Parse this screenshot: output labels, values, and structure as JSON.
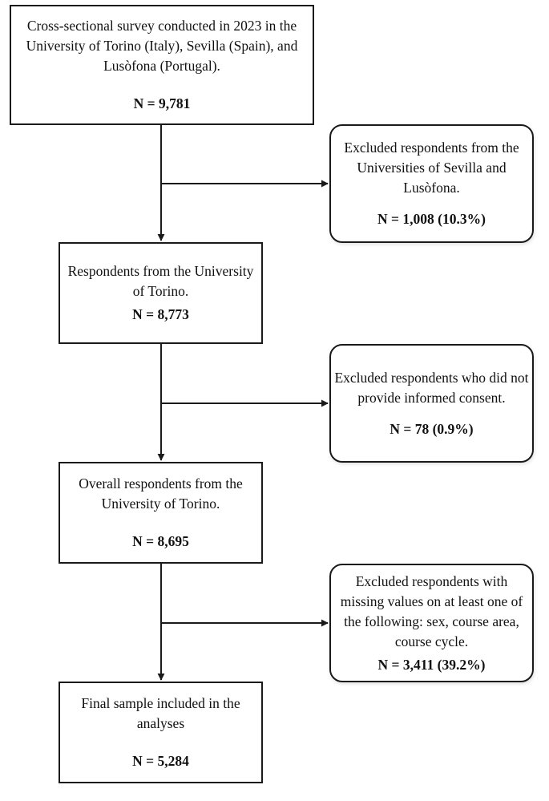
{
  "flow": {
    "survey": {
      "text": "Cross-sectional survey conducted in 2023 in the University of Torino (Italy), Sevilla (Spain), and Lusòfona (Portugal).",
      "count": "N = 9,781"
    },
    "torino": {
      "text": "Respondents from the University of Torino.",
      "count": "N = 8,773"
    },
    "overall": {
      "text": "Overall respondents from the University of Torino.",
      "count": "N = 8,695"
    },
    "final": {
      "text": "Final sample included in the analyses",
      "count": "N = 5,284"
    }
  },
  "exclusions": [
    {
      "text": "Excluded respondents from the Universities of Sevilla and Lusòfona.",
      "count": "N = 1,008 (10.3%)"
    },
    {
      "text": "Excluded respondents who did not provide informed consent.",
      "count": "N = 78 (0.9%)"
    },
    {
      "text": "Excluded respondents with missing values on at least one of the following: sex, course area, course cycle.",
      "count": "N = 3,411 (39.2%)"
    }
  ],
  "colors": {
    "stroke": "#1a1a1a",
    "background": "#ffffff"
  }
}
